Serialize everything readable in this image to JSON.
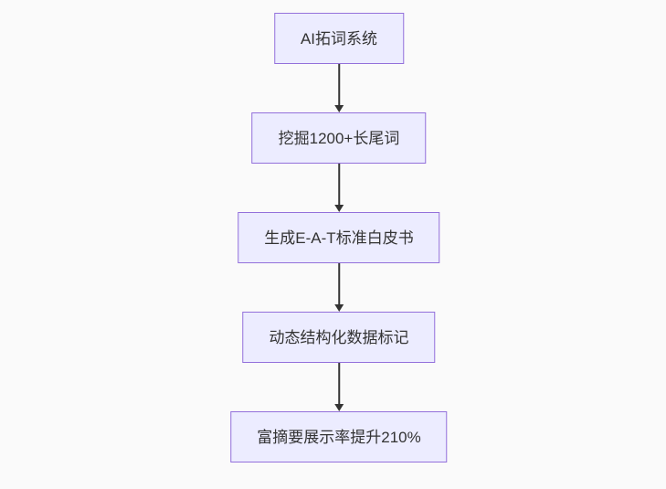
{
  "diagram": {
    "type": "flowchart",
    "direction": "top-down",
    "nodes": [
      {
        "id": "step-1",
        "label": "AI拓词系统"
      },
      {
        "id": "step-2",
        "label": "挖掘1200+长尾词"
      },
      {
        "id": "step-3",
        "label": "生成E-A-T标准白皮书"
      },
      {
        "id": "step-4",
        "label": "动态结构化数据标记"
      },
      {
        "id": "step-5",
        "label": "富摘要展示率提升210%"
      }
    ],
    "edges": [
      {
        "from": "step-1",
        "to": "step-2",
        "style": "arrow-down"
      },
      {
        "from": "step-2",
        "to": "step-3",
        "style": "arrow-down"
      },
      {
        "from": "step-3",
        "to": "step-4",
        "style": "arrow-down"
      },
      {
        "from": "step-4",
        "to": "step-5",
        "style": "arrow-down"
      }
    ],
    "colors": {
      "background": "#fafafa",
      "node_fill": "#ececff",
      "node_border": "#9370db",
      "edge": "#333333",
      "text": "#333333"
    }
  }
}
